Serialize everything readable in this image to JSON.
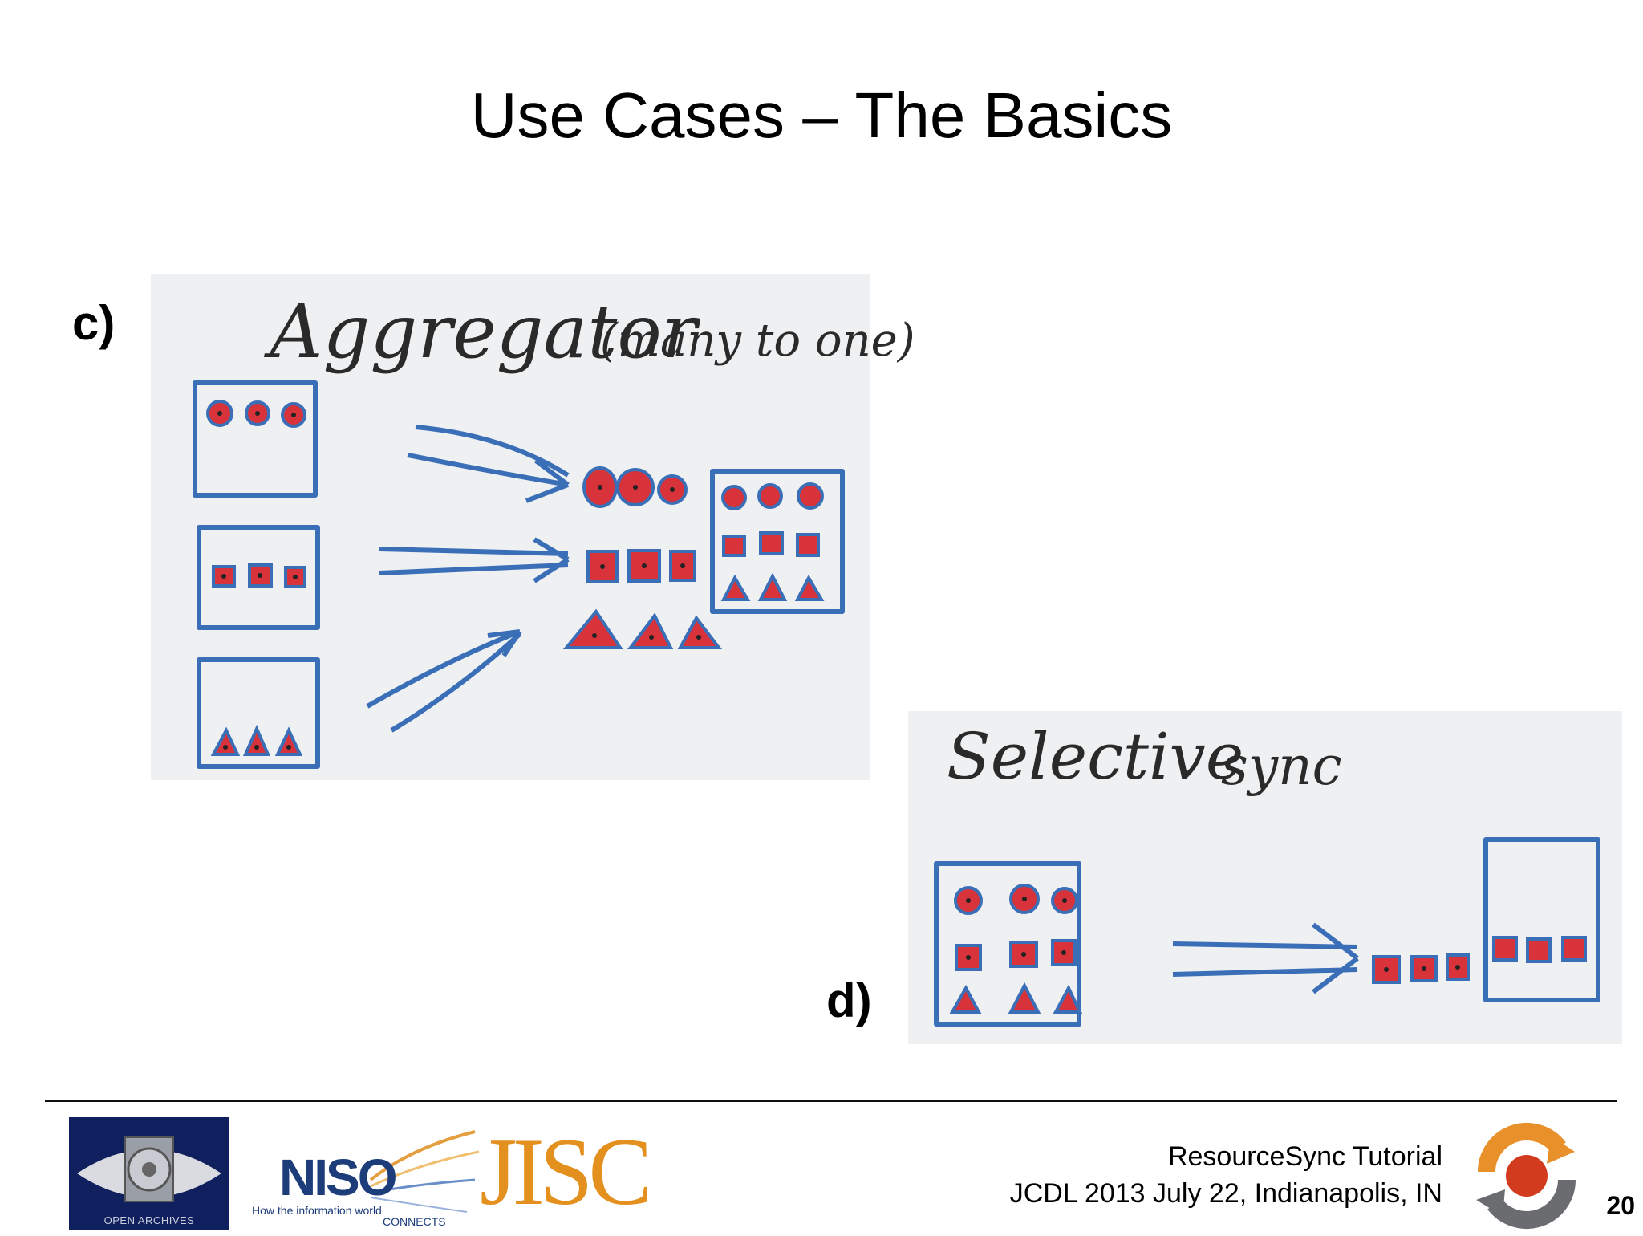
{
  "slide": {
    "title": "Use Cases – The Basics",
    "page_number": "20"
  },
  "panels": {
    "c": {
      "label": "c)",
      "heading": "Aggregator",
      "subheading": "(many to one)"
    },
    "d": {
      "label": "d)",
      "heading": "Selective",
      "subheading": "sync"
    }
  },
  "footer": {
    "line1": "ResourceSync Tutorial",
    "line2": "JCDL 2013 July 22, Indianapolis, IN"
  },
  "logos": {
    "open_archives": "OPEN ARCHIVES",
    "niso": "NISO",
    "niso_tagline1": "How the information world",
    "niso_tagline2": "CONNECTS",
    "jisc": "JISC"
  },
  "colors": {
    "marker_blue": "#3a6fb8",
    "marker_red": "#d8323a",
    "paper": "#eef0f2",
    "jisc_orange": "#e4901f",
    "niso_blue": "#1d3d7a"
  }
}
